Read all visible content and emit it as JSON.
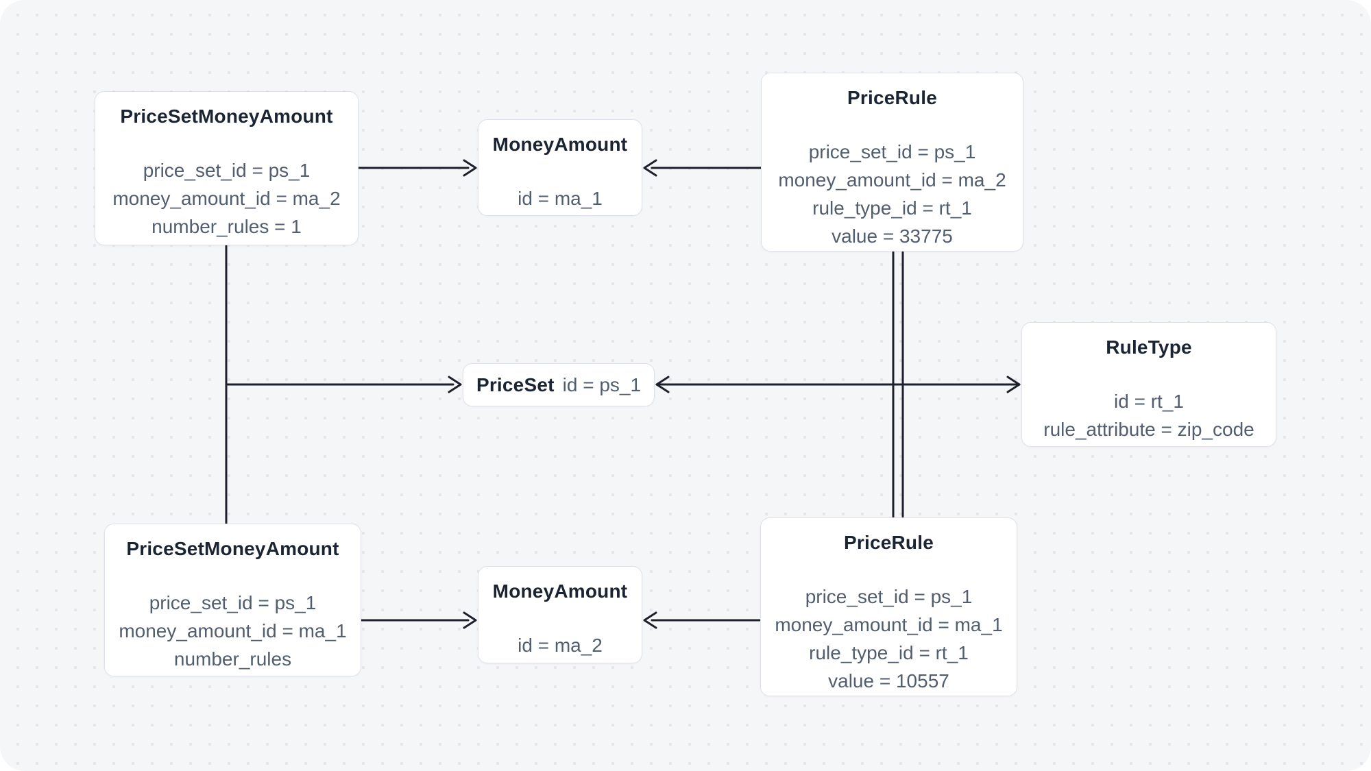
{
  "diagram": {
    "background_color": "#f5f6f8",
    "dot_color": "#e3e6ea",
    "node_background_color": "#ffffff",
    "node_border_color": "#dfe2e8",
    "title_color": "#1b2433",
    "attribute_color": "#525e6f",
    "edge_color": "#1b202b"
  },
  "nodes": {
    "psma_top": {
      "title": "PriceSetMoneyAmount",
      "attributes": [
        "price_set_id = ps_1",
        "money_amount_id = ma_2",
        "number_rules = 1"
      ]
    },
    "money_amount_top": {
      "title": "MoneyAmount",
      "attributes": [
        "id = ma_1"
      ]
    },
    "price_rule_top": {
      "title": "PriceRule",
      "attributes": [
        "price_set_id = ps_1",
        "money_amount_id = ma_2",
        "rule_type_id = rt_1",
        "value = 33775"
      ]
    },
    "price_set": {
      "title": "PriceSet",
      "attribute_inline": "id = ps_1"
    },
    "rule_type": {
      "title": "RuleType",
      "attributes": [
        "id = rt_1",
        "rule_attribute = zip_code"
      ]
    },
    "psma_bottom": {
      "title": "PriceSetMoneyAmount",
      "attributes": [
        "price_set_id = ps_1",
        "money_amount_id = ma_1",
        "number_rules"
      ]
    },
    "money_amount_bottom": {
      "title": "MoneyAmount",
      "attributes": [
        "id = ma_2"
      ]
    },
    "price_rule_bottom": {
      "title": "PriceRule",
      "attributes": [
        "price_set_id = ps_1",
        "money_amount_id = ma_1",
        "rule_type_id = rt_1",
        "value = 10557"
      ]
    }
  },
  "edges": [
    {
      "from": "psma_top",
      "to": "money_amount_top"
    },
    {
      "from": "price_rule_top",
      "to": "money_amount_top"
    },
    {
      "from": "psma_bottom",
      "to": "money_amount_bottom"
    },
    {
      "from": "price_rule_bottom",
      "to": "money_amount_bottom"
    },
    {
      "from": "psma_top",
      "to": "price_set"
    },
    {
      "from": "psma_bottom",
      "to": "price_set"
    },
    {
      "from": "price_rule_top",
      "to": "price_set"
    },
    {
      "from": "price_rule_bottom",
      "to": "price_set"
    },
    {
      "from": "price_rule_top",
      "to": "rule_type"
    },
    {
      "from": "price_rule_bottom",
      "to": "rule_type"
    }
  ]
}
